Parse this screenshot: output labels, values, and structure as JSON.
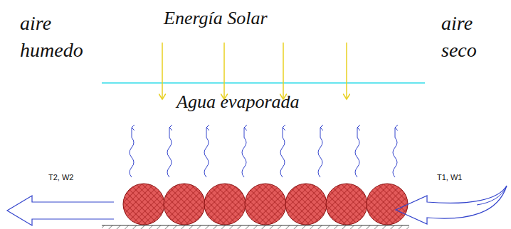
{
  "diagram": {
    "labels": [
      "Energía Solar",
      "aire humedo",
      "Agua evaporada",
      "aire seco",
      "T2, W2",
      "T1, W1"
    ]
  }
}
